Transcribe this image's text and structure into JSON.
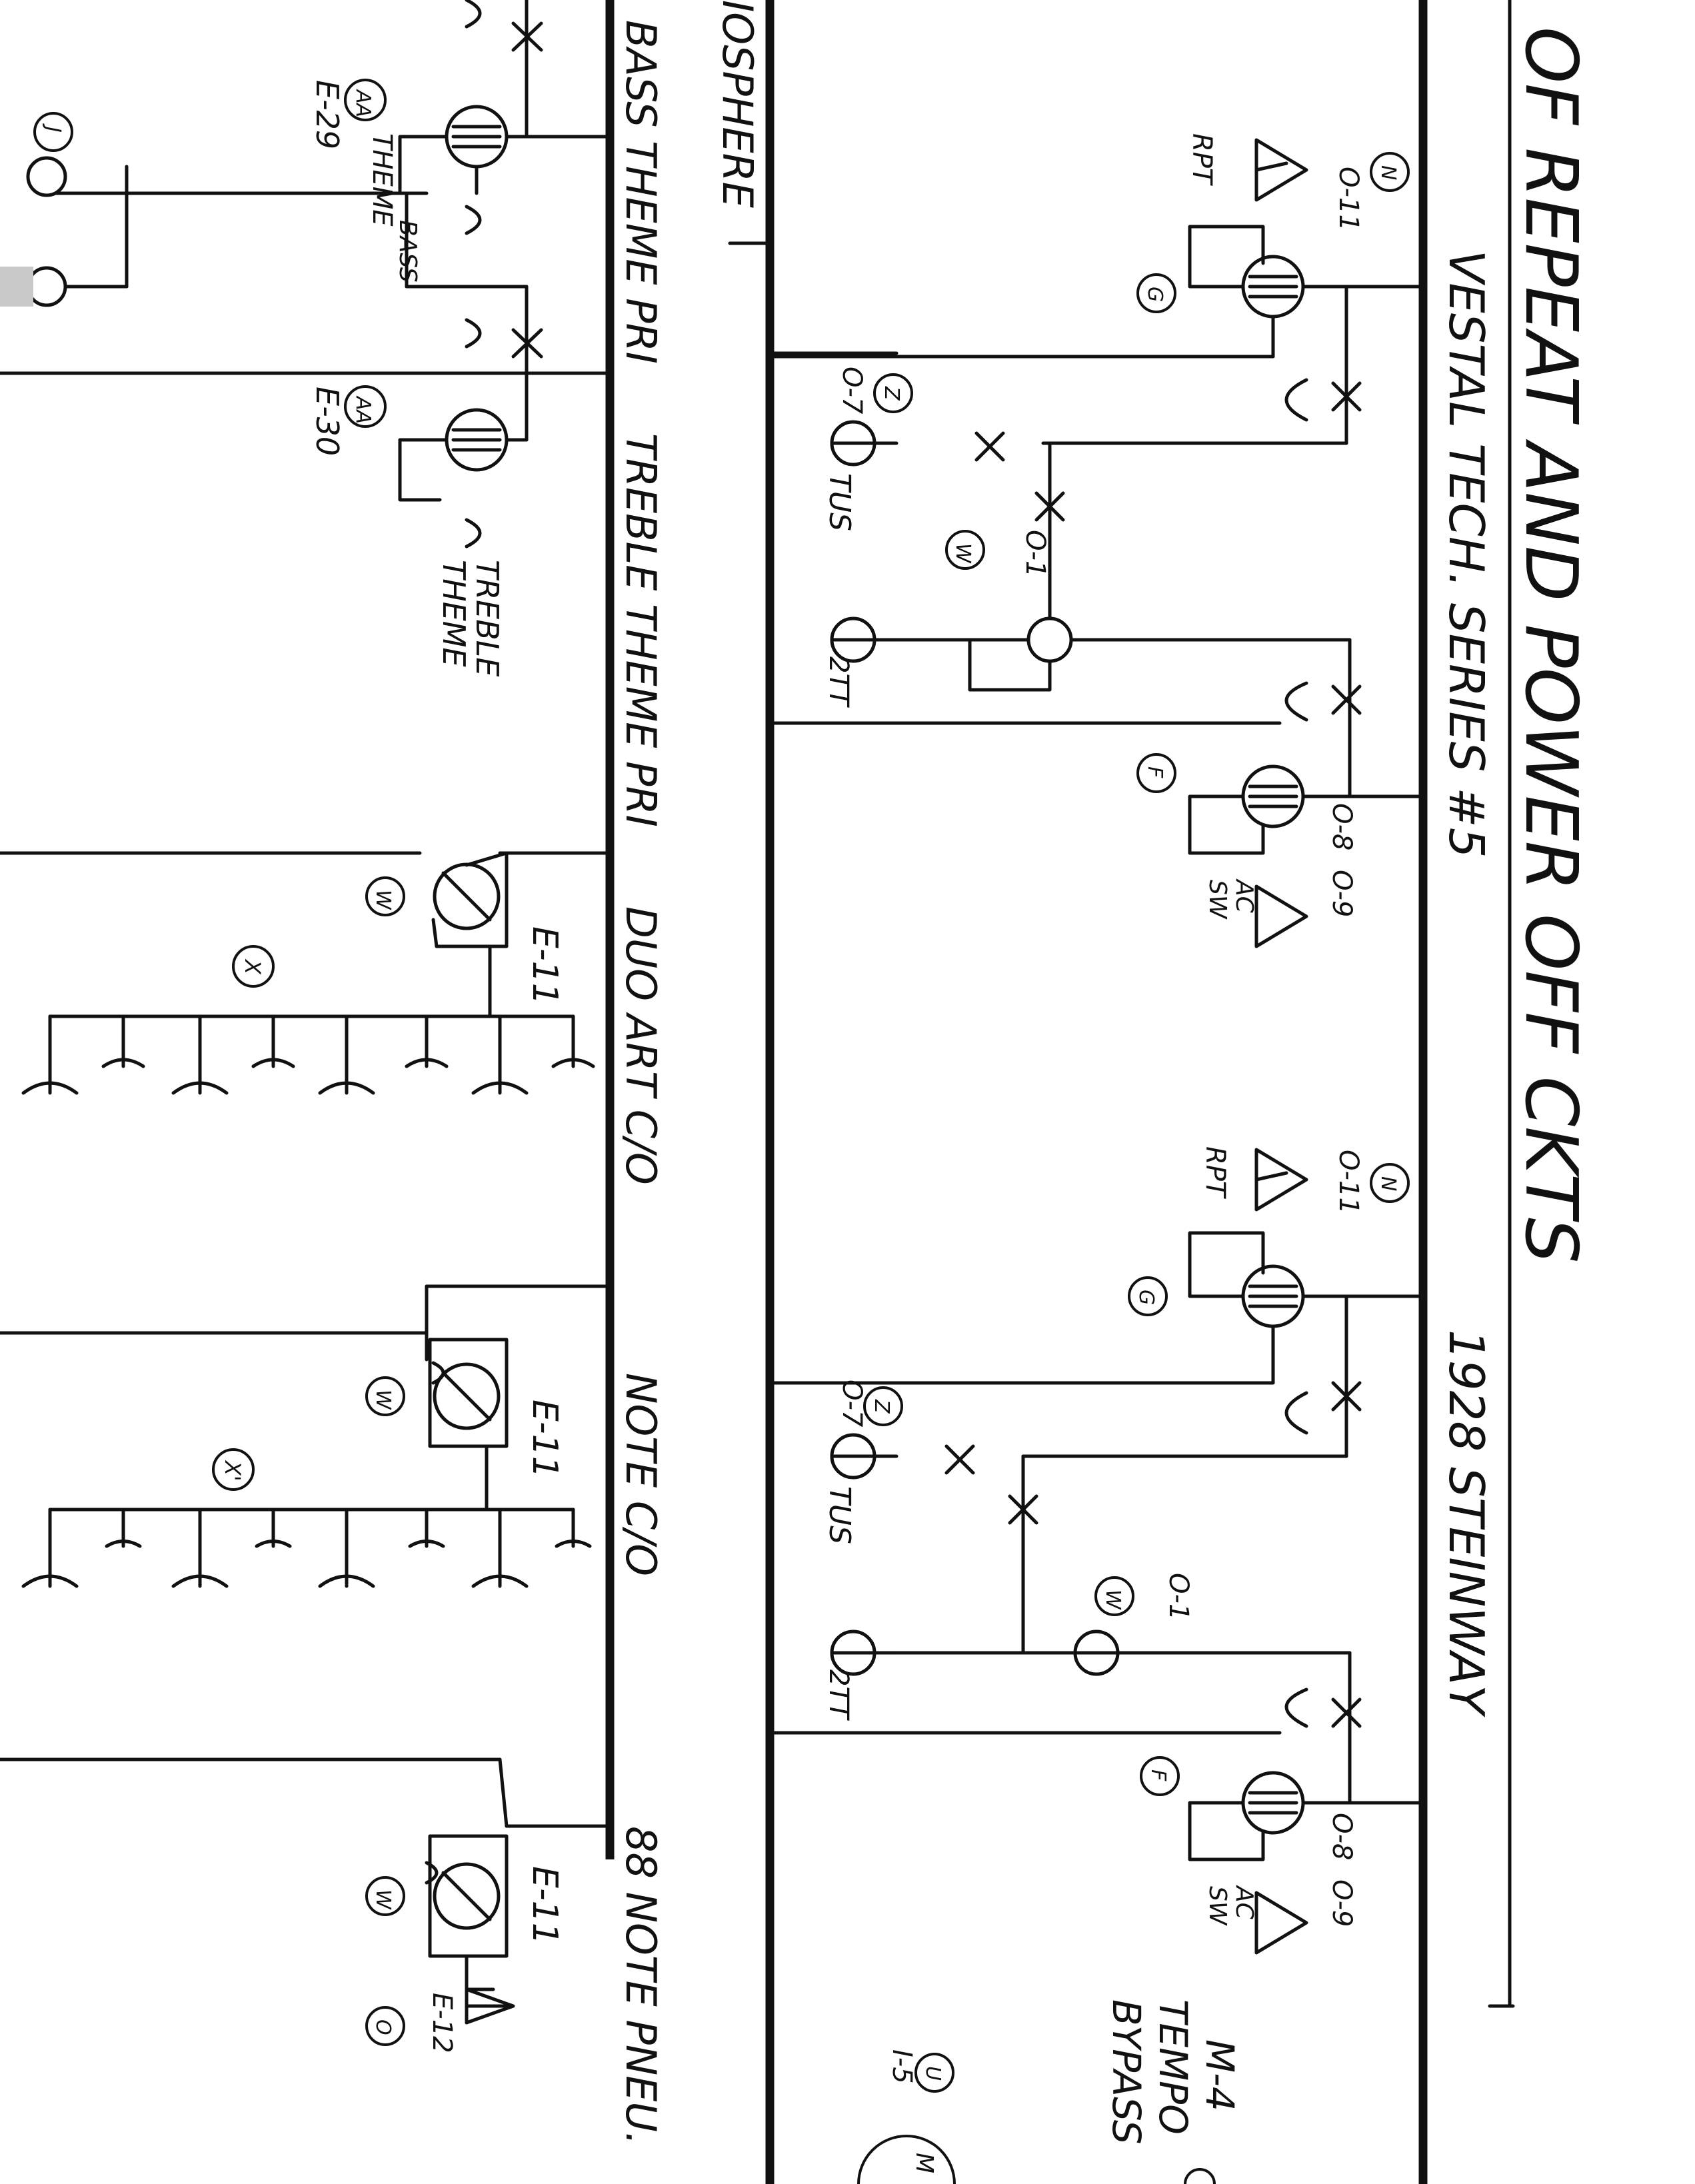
{
  "diagram": {
    "title": "OF REPEAT AND POWER OFF CKTS",
    "subtitle_left": "VESTAL  TECH.  SERIES #5",
    "subtitle_right": "1928  STEINWAY",
    "tempo_label_1": "M-4",
    "tempo_label_2": "TEMPO",
    "tempo_label_3": "BYPASS",
    "rail_labels": {
      "atmosphere": "IOSPHERE",
      "bass_theme_pri": "BASS THEME PRI",
      "treble_theme_pri": "TREBLE THEME PRI",
      "duo_art": "DUO ART C/O",
      "note_co": "NOTE C/O",
      "note_pneu": "88 NOTE PNEU."
    },
    "left_labels": {
      "aa1": "AA",
      "e29": "E-29",
      "bass_theme_a": "BASS",
      "bass_theme_b": "THEME",
      "aa2": "AA",
      "e30": "E-30",
      "treble_theme_a": "TREBLE",
      "treble_theme_b": "THEME",
      "j": "J",
      "w1": "W",
      "e11a": "E-11",
      "x1": "X",
      "w2": "W",
      "e11b": "E-11",
      "x2": "X'",
      "w3": "W",
      "e11c": "E-11",
      "o": "O",
      "e12": "E-12"
    },
    "right_labels": {
      "n1": "N",
      "o11a": "O-11",
      "rpt1": "RPT",
      "g1": "G",
      "z1": "Z",
      "o7a": "O-7",
      "tus1": "TUS",
      "w_a": "W",
      "o1a": "O-1",
      "tt1": "2TT",
      "f1": "F",
      "o8a": "O-8",
      "o9a": "O-9",
      "ac1": "AC",
      "sw1": "SW",
      "n2": "N",
      "o11b": "O-11",
      "rpt2": "RPT",
      "g2": "G",
      "z2": "Z",
      "o7b": "O-7",
      "tus2": "TUS",
      "w_b": "W",
      "o1b": "O-1",
      "tt2": "2TT",
      "f2": "F",
      "o8b": "O-8",
      "o9b": "O-9",
      "ac2": "AC",
      "sw2": "SW",
      "u": "U",
      "i5": "I-5",
      "m": "M"
    }
  }
}
